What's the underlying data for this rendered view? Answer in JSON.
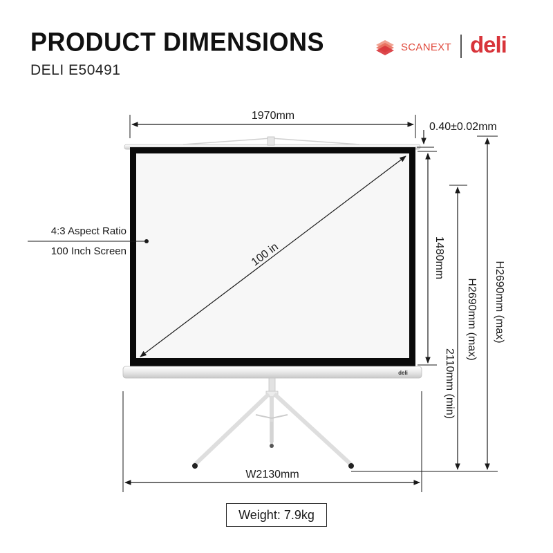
{
  "header": {
    "title": "PRODUCT DIMENSIONS",
    "model": "DELI E50491"
  },
  "brands": {
    "scanext": "SCANEXT",
    "deli": "deli"
  },
  "screen": {
    "logo": "deli",
    "diagonal": "100 in",
    "aspect_ratio": "4:3 Aspect Ratio",
    "screen_size": "100 Inch Screen"
  },
  "dimensions": {
    "top_width": "1970mm",
    "thickness": "0.40±0.02mm",
    "screen_height": "1480mm",
    "height_min": "2110mm (min)",
    "height_max_inner": "H2690mm (max)",
    "height_max_outer": "H2690mm (max)",
    "base_width": "W2130mm"
  },
  "weight": "Weight: 7.9kg",
  "colors": {
    "brand_red": "#d8343a",
    "scanext_red": "#e04a3c",
    "screen_border": "#0a0a0a",
    "screen_surface": "#f7f7f7"
  }
}
